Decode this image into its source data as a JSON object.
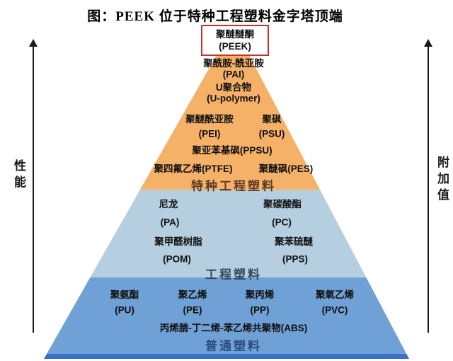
{
  "title": "图：PEEK 位于特种工程塑料金字塔顶端",
  "left_axis": "性能",
  "right_axis": "附加值",
  "tiers": [
    {
      "label": "特种工程塑料",
      "materials": [
        {
          "name": "聚醚醚酮",
          "abbr": "(PEEK)",
          "highlighted": true
        },
        {
          "name": "聚酰胺-酰亚胺",
          "abbr": "(PAI)"
        },
        {
          "name": "U聚合物",
          "abbr": "(U-polymer)"
        },
        {
          "name": "聚醚酰亚胺",
          "abbr": "(PEI)"
        },
        {
          "name": "聚砜",
          "abbr": "(PSU)"
        },
        {
          "name": "聚亚苯基砜(PPSU)",
          "abbr": ""
        },
        {
          "name": "聚四氟乙烯(PTFE)",
          "abbr": ""
        },
        {
          "name": "聚醚砜(PES)",
          "abbr": ""
        }
      ]
    },
    {
      "label": "工程塑料",
      "materials": [
        {
          "name": "尼龙",
          "abbr": "(PA)"
        },
        {
          "name": "聚碳酸酯",
          "abbr": "(PC)"
        },
        {
          "name": "聚甲醛树脂",
          "abbr": "(POM)"
        },
        {
          "name": "聚苯硫醚",
          "abbr": "(PPS)"
        }
      ]
    },
    {
      "label": "普通塑料",
      "materials": [
        {
          "name": "聚氨酯",
          "abbr": "(PU)"
        },
        {
          "name": "聚乙烯",
          "abbr": "(PE)"
        },
        {
          "name": "聚丙烯",
          "abbr": "(PP)"
        },
        {
          "name": "聚氧乙烯",
          "abbr": "(PVC)"
        },
        {
          "name": "丙烯腈-丁二烯-苯乙烯共聚物(ABS)",
          "abbr": ""
        }
      ]
    }
  ],
  "colors": {
    "tier_special": "#F6B168",
    "tier_engineering": "#B5CEE0",
    "tier_common": "#6FA1D6",
    "base_bar": "#3B6FC4",
    "highlight_box": "#C8302B",
    "tier_special_label": "#5B3A26",
    "tier_engineering_label": "#34495E",
    "tier_common_label": "#2B4C7E"
  }
}
